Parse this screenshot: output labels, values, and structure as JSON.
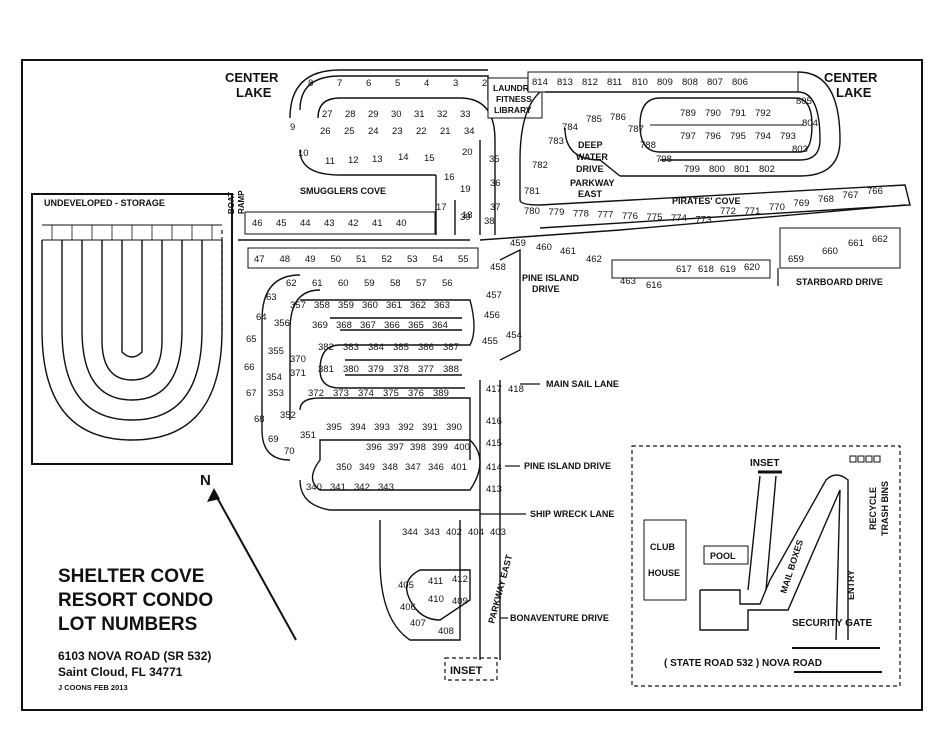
{
  "title": [
    "SHELTER COVE",
    "RESORT CONDO",
    "LOT NUMBERS"
  ],
  "address": [
    "6103 NOVA ROAD (SR 532)",
    "Saint Cloud, FL 34771"
  ],
  "credit": "J COONS   FEB 2013",
  "north": "N",
  "lakes": {
    "left": [
      "CENTER",
      "LAKE"
    ],
    "right": [
      "CENTER",
      "LAKE"
    ]
  },
  "amenities": [
    "LAUNDRY",
    "FITNESS",
    "LIBRARY"
  ],
  "storage_label": "UNDEVELOPED   -   STORAGE",
  "boat_ramp": [
    "BOAT",
    "RAMP"
  ],
  "deep_water": [
    "DEEP",
    "WATER",
    "DRIVE"
  ],
  "parkway_east_top": [
    "PARKWAY",
    "EAST"
  ],
  "parkway_east_vertical": "PARKWAY EAST",
  "coves": {
    "smugglers": "SMUGGLERS COVE",
    "pirates": "PIRATES' COVE"
  },
  "streets": {
    "pine_island_top": [
      "PINE ISLAND",
      "DRIVE"
    ],
    "starboard": "STARBOARD DRIVE",
    "main_sail": "MAIN SAIL LANE",
    "pine_island": "PINE ISLAND DRIVE",
    "ship_wreck": "SHIP WRECK LANE",
    "bonaventure": "BONAVENTURE DRIVE"
  },
  "inset": {
    "label": "INSET",
    "bottom_label": "INSET",
    "club_house": [
      "CLUB",
      "HOUSE"
    ],
    "pool": "POOL",
    "mail_boxes": "MAIL BOXES",
    "entry": "ENTRY",
    "recycle": [
      "RECYCLE",
      "TRASH BINS"
    ],
    "security_gate": "SECURITY GATE",
    "road": "( STATE ROAD 532 )  NOVA ROAD"
  },
  "lots": {
    "top_row": [
      "8",
      "7",
      "6",
      "5",
      "4",
      "3",
      "2"
    ],
    "top_right_row": [
      "814",
      "813",
      "812",
      "811",
      "810",
      "809",
      "808",
      "807",
      "806"
    ],
    "upper_left_inner": [
      "27",
      "28",
      "29",
      "30",
      "31",
      "32",
      "33"
    ],
    "upper_left_mid": [
      "26",
      "25",
      "24",
      "23",
      "22",
      "21",
      "34"
    ],
    "upper_left_low": [
      "10",
      "11",
      "12",
      "13",
      "14",
      "15",
      "16",
      "20",
      "35",
      "17",
      "19",
      "36",
      "18",
      "37",
      "39",
      "38"
    ],
    "left_loop_side": [
      "9"
    ],
    "right_loop_top": [
      "789",
      "790",
      "791",
      "792"
    ],
    "right_loop_mid": [
      "797",
      "796",
      "795",
      "794",
      "793"
    ],
    "right_loop_low": [
      "799",
      "800",
      "801",
      "802"
    ],
    "right_edge": [
      "805",
      "804",
      "803",
      "798",
      "788",
      "787",
      "786",
      "785",
      "784",
      "783",
      "782",
      "781"
    ],
    "middle_row": [
      "780",
      "779",
      "778",
      "777",
      "776",
      "775",
      "774",
      "773",
      "772",
      "771",
      "770",
      "769",
      "768",
      "767",
      "766"
    ],
    "row_46": [
      "46",
      "45",
      "44",
      "43",
      "42",
      "41",
      "40"
    ],
    "row_47": [
      "47",
      "48",
      "49",
      "50",
      "51",
      "52",
      "53",
      "54",
      "55"
    ],
    "pine_top": [
      "459",
      "460",
      "461",
      "462",
      "463",
      "616",
      "617",
      "618",
      "619",
      "620",
      "659",
      "660",
      "661",
      "662"
    ],
    "block_61": [
      "62",
      "61",
      "60",
      "59",
      "58",
      "57",
      "56"
    ],
    "block_357": [
      "357",
      "358",
      "359",
      "360",
      "361",
      "362",
      "363"
    ],
    "block_369": [
      "369",
      "368",
      "367",
      "366",
      "365",
      "364"
    ],
    "block_382": [
      "382",
      "383",
      "384",
      "385",
      "386",
      "387"
    ],
    "block_381": [
      "381",
      "380",
      "379",
      "378",
      "377",
      "388"
    ],
    "block_372": [
      "372",
      "373",
      "374",
      "375",
      "376",
      "389"
    ],
    "left_column": [
      "63",
      "64",
      "65",
      "66",
      "67",
      "68",
      "69",
      "70",
      "356",
      "355",
      "354",
      "353",
      "352",
      "351",
      "370",
      "371"
    ],
    "block_394": [
      "395",
      "394",
      "393",
      "392",
      "391",
      "390"
    ],
    "block_396": [
      "396",
      "397",
      "398",
      "399",
      "400"
    ],
    "block_350": [
      "350",
      "349",
      "348",
      "347",
      "346",
      "401"
    ],
    "block_340": [
      "340",
      "341",
      "342",
      "343"
    ],
    "block_344": [
      "344",
      "343",
      "402",
      "404",
      "403"
    ],
    "block_405": [
      "405",
      "406",
      "407",
      "408",
      "411",
      "412",
      "410",
      "409"
    ],
    "vertical_458": [
      "458",
      "457",
      "456",
      "455",
      "454"
    ],
    "vertical_417": [
      "417",
      "418",
      "416",
      "415",
      "414",
      "413"
    ]
  }
}
